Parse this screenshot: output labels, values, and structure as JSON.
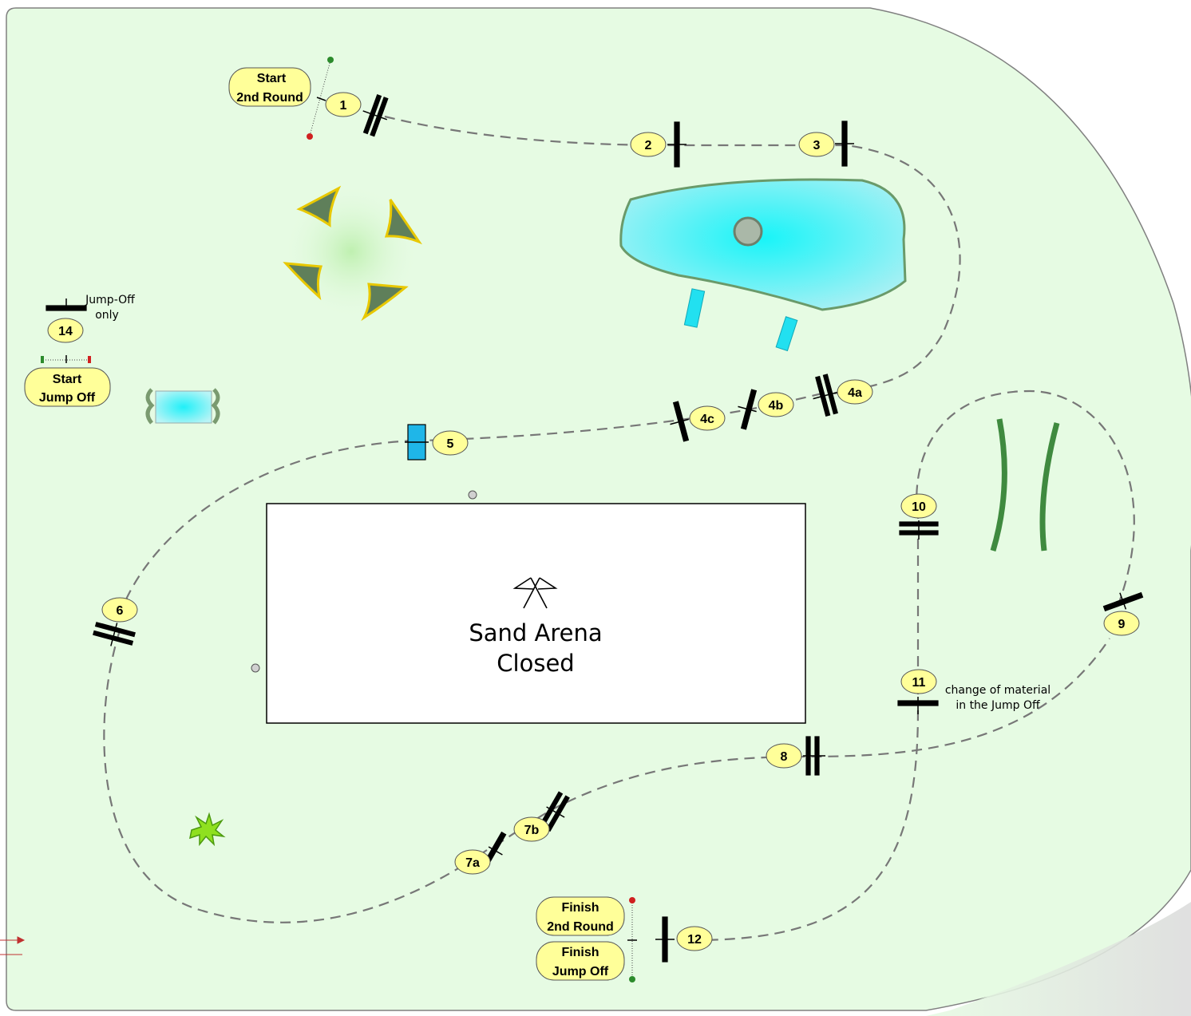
{
  "course": {
    "start_round": [
      "Start",
      "2nd Round"
    ],
    "start_jumpoff": [
      "Start",
      "Jump Off"
    ],
    "finish_round": [
      "Finish",
      "2nd Round"
    ],
    "finish_jumpoff": [
      "Finish",
      "Jump Off"
    ],
    "obstacle_numbers": [
      "1",
      "2",
      "3",
      "4a",
      "4b",
      "4c",
      "5",
      "6",
      "7a",
      "7b",
      "8",
      "9",
      "10",
      "11",
      "12",
      "14"
    ],
    "jumpoff_note": [
      "Jump-Off",
      "only"
    ],
    "material_note": [
      "change of material",
      "in the Jump Off"
    ],
    "arena_label": [
      "Sand Arena",
      "Closed"
    ]
  },
  "colors": {
    "field": "#e6fbe3",
    "label_fill": "#ffff99",
    "water": "#33e6f0",
    "path": "#777777"
  }
}
